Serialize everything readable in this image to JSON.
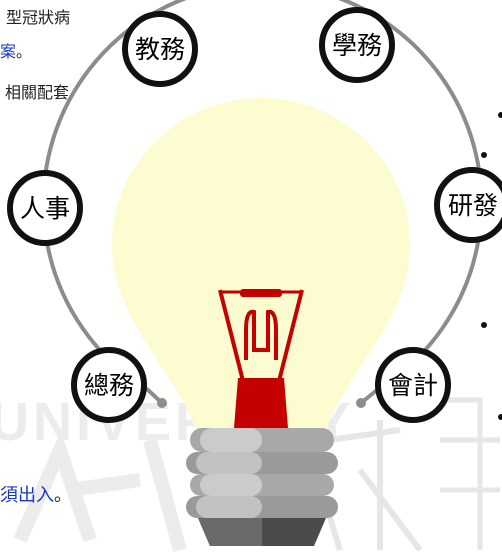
{
  "background_text": {
    "line1": "型冠狀病",
    "line2_highlight": "案",
    "line2_suffix": "。",
    "line3": "相關配套",
    "footer_highlight": "須出入",
    "footer_suffix": "。"
  },
  "nodes": [
    {
      "label": "教務"
    },
    {
      "label": "學務"
    },
    {
      "label": "人事"
    },
    {
      "label": "研發"
    },
    {
      "label": "總務"
    },
    {
      "label": "會計"
    }
  ],
  "colors": {
    "bulb_glass": "#fdfcd0",
    "filament": "#c40000",
    "arc": "#8c8c8c",
    "node_border": "#111111",
    "screw_base": "#a8a8a8",
    "link_text": "#1a35c8"
  },
  "icons": [
    "light-bulb-icon"
  ]
}
